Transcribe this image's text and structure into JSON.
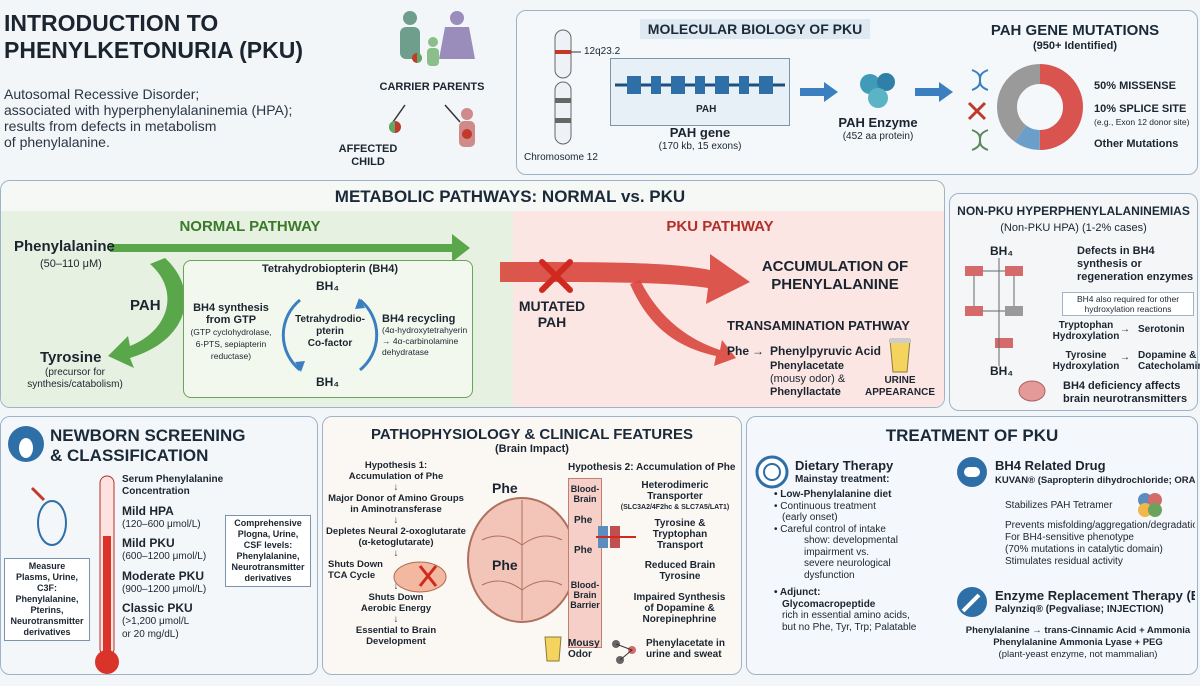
{
  "intro": {
    "title_l1": "INTRODUCTION TO",
    "title_l2": "PHENYLKETONURIA (PKU)",
    "desc_l1": "Autosomal Recessive Disorder;",
    "desc_l2": "associated with hyperphenylalaninemia (HPA);",
    "desc_l3": "results from defects in metabolism",
    "desc_l4": "of phenylalanine.",
    "carrier": "CARRIER PARENTS",
    "affected_l1": "AFFECTED",
    "affected_l2": "CHILD"
  },
  "molecular": {
    "title": "MOLECULAR BIOLOGY OF PKU",
    "locus": "12q23.2",
    "chromosome": "Chromosome 12",
    "gene_label": "PAH",
    "gene": "PAH gene",
    "gene_sub": "(170 kb, 15 exons)",
    "enzyme": "PAH Enzyme",
    "enzyme_sub": "(452 aa protein)"
  },
  "mutations": {
    "title": "PAH GENE MUTATIONS",
    "sub": "(950+ Identified)",
    "missense": "50% MISSENSE",
    "splice": "10% SPLICE SITE",
    "splice_sub": "(e.g., Exon 12 donor site)",
    "other": "Other Mutations"
  },
  "pathways": {
    "title": "METABOLIC PATHWAYS: NORMAL vs. PKU",
    "normal": "NORMAL PATHWAY",
    "pku": "PKU PATHWAY",
    "phe": "Phenylalanine",
    "phe_range": "(50–110 μM)",
    "pah": "PAH",
    "tyr": "Tyrosine",
    "tyr_sub1": "(precursor for",
    "tyr_sub2": "synthesis/catabolism)",
    "bh4_title": "Tetrahydrobiopterin (BH4)",
    "bh4_top": "BH₄",
    "bh4_bottom": "BH₄",
    "cofactor_l1": "Tetrahydrodio-",
    "cofactor_l2": "pterin",
    "cofactor_l3": "Co-factor",
    "synth_l1": "BH4 synthesis",
    "synth_l2": "from GTP",
    "synth_sub1": "(GTP cyclohydrolase,",
    "synth_sub2": "6-PTS, sepiapterin",
    "synth_sub3": "reductase)",
    "recyc": "BH4 recycling",
    "recyc_sub1": "(4α-hydroxytetrahyerin",
    "recyc_sub2": "→ 4α-carbinolamine",
    "recyc_sub3": "dehydratase",
    "mutated_l1": "MUTATED",
    "mutated_l2": "PAH",
    "accum_l1": "ACCUMULATION OF",
    "accum_l2": "PHENYLALANINE",
    "trans": "TRANSAMINATION PATHWAY",
    "t_phe": "Phe",
    "t_ppa": "Phenylpyruvic Acid",
    "t_pac": "Phenylacetate",
    "t_mousy": "(mousy odor) &",
    "t_pla": "Phenyllactate",
    "urine_l1": "URINE",
    "urine_l2": "APPEARANCE"
  },
  "nonpku": {
    "title": "NON-PKU HYPERPHENYLALANINEMIAS",
    "sub": "(Non-PKU HPA) (1-2% cases)",
    "bh4_a": "BH₄",
    "bh4_b": "BH₄",
    "defects_l1": "Defects in BH4",
    "defects_l2": "synthesis or",
    "defects_l3": "regeneration enzymes",
    "also_l1": "BH4 also required for other",
    "also_l2": "hydroxylation reactions",
    "trp_l1": "Tryptophan",
    "trp_l2": "Hydroxylation",
    "serotonin": "Serotonin",
    "tyrh_l1": "Tyrosine",
    "tyrh_l2": "Hydroxylation",
    "dopa_l1": "Dopamine &",
    "dopa_l2": "Catecholamines",
    "def_l1": "BH4 deficiency affects",
    "def_l2": "brain neurotransmitters"
  },
  "screening": {
    "title_l1": "NEWBORN SCREENING",
    "title_l2": "& CLASSIFICATION",
    "conc_l1": "Serum Phenylalanine",
    "conc_l2": "Concentration",
    "lv1": "Mild HPA",
    "lv1r": "(120–600 μmol/L)",
    "lv2": "Mild PKU",
    "lv2r": "(600–1200 μmol/L)",
    "lv3": "Moderate PKU",
    "lv3r": "(900–1200 μmol/L)",
    "lv4": "Classic PKU",
    "lv4r1": "(>1,200 μmol/L",
    "lv4r2": "or 20 mg/dL)",
    "comp_l1": "Comprehensive",
    "comp_l2": "Plogna, Urine,",
    "comp_l3": "CSF levels:",
    "comp_l4": "Phenylalanine,",
    "comp_l5": "Neurotransmitter",
    "comp_l6": "derivatives",
    "meas_l1": "Measure",
    "meas_l2": "Plasms, Urine,",
    "meas_l3": "C3F:",
    "meas_l4": "Phenylalanine,",
    "meas_l5": "Pterins,",
    "meas_l6": "Neurotransmitter",
    "meas_l7": "derivatives"
  },
  "patho": {
    "title": "PATHOPHYSIOLOGY & CLINICAL FEATURES",
    "sub": "(Brain Impact)",
    "h1_l1": "Hypothesis 1:",
    "h1_l2": "Accumulation of Phe",
    "s1_l1": "Major Donor of Amino Groups",
    "s1_l2": "in Aminotransferase",
    "s2_l1": "Depletes Neural 2-oxoglutarate",
    "s2_l2": "(α-ketoglutarate)",
    "s3_l1": "Shuts Down",
    "s3_l2": "TCA Cycle",
    "s4_l1": "Shuts Down",
    "s4_l2": "Aerobic Energy",
    "s5_l1": "Essential to Brain",
    "s5_l2": "Development",
    "phe_a": "Phe",
    "phe_b": "Phe",
    "h2": "Hypothesis 2: Accumulation of Phe",
    "bb1_l1": "Blood-",
    "bb1_l2": "Brain",
    "bb2_l1": "Blood-",
    "bb2_l2": "Brain",
    "bb2_l3": "Barrier",
    "phe_c": "Phe",
    "phe_d": "Phe",
    "het_l1": "Heterodimeric",
    "het_l2": "Transporter",
    "het_l3": "(SLC3A2/4F2hc & SLC7A5/LAT1)",
    "tt_l1": "Tyrosine &",
    "tt_l2": "Tryptophan",
    "tt_l3": "Transport",
    "rb_l1": "Reduced Brain",
    "rb_l2": "Tyrosine",
    "is_l1": "Impaired Synthesis",
    "is_l2": "of Dopamine &",
    "is_l3": "Norepinephrine",
    "mousy_l1": "Mousy",
    "mousy_l2": "Odor",
    "pa_l1": "Phenylacetate in",
    "pa_l2": "urine and sweat"
  },
  "treatment": {
    "title": "TREATMENT OF PKU",
    "diet": "Dietary Therapy",
    "main": "Mainstay treatment:",
    "d1": "• Low-Phenylalanine diet",
    "d2_l1": "• Continuous treatment",
    "d2_l2": "(early onset)",
    "d3": "• Careful control of intake",
    "d4_l1": "show: developmental",
    "d4_l2": "impairment vs.",
    "d4_l3": "severe neurological",
    "d4_l4": "dysfunction",
    "adj": "• Adjunct:",
    "gmp": "Glycomacropeptide",
    "gmp_l1": "rich in essential amino acids,",
    "gmp_l2": "but no Phe, Tyr, Trp; Palatable",
    "bh4drug": "BH4 Related Drug",
    "kuvan": "KUVAN® (Sapropterin dihydrochloride; ORAL)",
    "k1": "Stabilizes PAH Tetramer",
    "k2": "Prevents misfolding/aggregation/degradation",
    "k3": "For BH4-sensitive phenotype",
    "k3b": "(70% mutations in catalytic domain)",
    "k4": "Stimulates residual activity",
    "ert": "Enzyme Replacement Therapy (ERT)",
    "paly": "Palynziq® (Pegvaliase; INJECTION)",
    "rx_l1": "Phenylalanine → trans-Cinnamic Acid + Ammonia",
    "rx_l2": "Phenylalanine Ammonia Lyase + PEG",
    "rx_l3": "(plant-yeast enzyme, not mammalian)"
  }
}
